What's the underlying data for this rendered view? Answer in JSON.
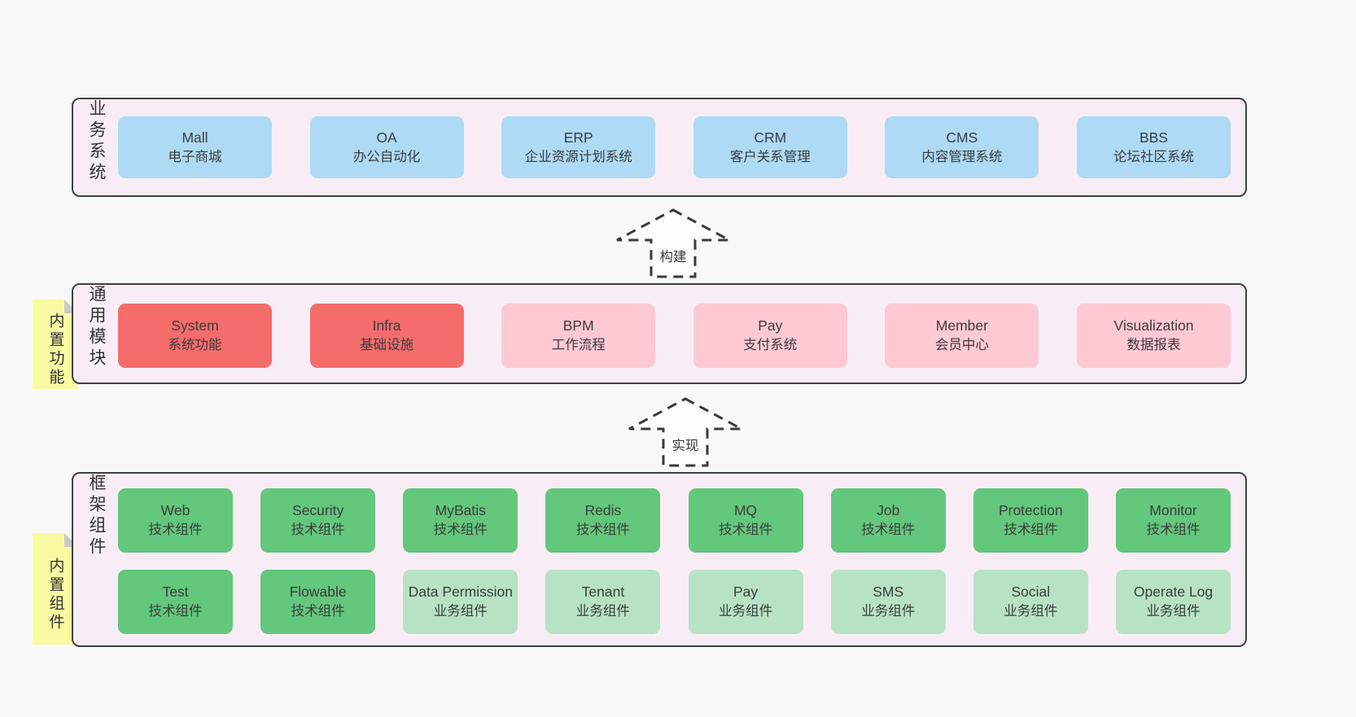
{
  "colors": {
    "page_background": "#f8f8f8",
    "layer_background": "#f8edf5",
    "layer_border": "#3f3f3f",
    "box_blue": "#aedaf5",
    "box_red": "#f56c6c",
    "box_pink": "#fec9d3",
    "box_green_dark": "#63c77c",
    "box_green_light": "#b7e3c4",
    "tag_yellow": "#fafaa3",
    "tag_fold_gray": "#c9c9c9",
    "text": "#3c3c3c"
  },
  "arrows": [
    {
      "label": "构建"
    },
    {
      "label": "实现"
    }
  ],
  "layers": [
    {
      "label": "业务系统",
      "boxes": [
        {
          "name": "Mall",
          "subtitle": "电子商城"
        },
        {
          "name": "OA",
          "subtitle": "办公自动化"
        },
        {
          "name": "ERP",
          "subtitle": "企业资源计划系统"
        },
        {
          "name": "CRM",
          "subtitle": "客户关系管理"
        },
        {
          "name": "CMS",
          "subtitle": "内容管理系统"
        },
        {
          "name": "BBS",
          "subtitle": "论坛社区系统"
        }
      ]
    },
    {
      "label": "通用模块",
      "tag": "内置功能",
      "boxes": [
        {
          "name": "System",
          "subtitle": "系统功能"
        },
        {
          "name": "Infra",
          "subtitle": "基础设施"
        },
        {
          "name": "BPM",
          "subtitle": "工作流程"
        },
        {
          "name": "Pay",
          "subtitle": "支付系统"
        },
        {
          "name": "Member",
          "subtitle": "会员中心"
        },
        {
          "name": "Visualization",
          "subtitle": "数据报表"
        }
      ]
    },
    {
      "label": "框架组件",
      "tag": "内置组件",
      "rows": [
        [
          {
            "name": "Web",
            "subtitle": "技术组件"
          },
          {
            "name": "Security",
            "subtitle": "技术组件"
          },
          {
            "name": "MyBatis",
            "subtitle": "技术组件"
          },
          {
            "name": "Redis",
            "subtitle": "技术组件"
          },
          {
            "name": "MQ",
            "subtitle": "技术组件"
          },
          {
            "name": "Job",
            "subtitle": "技术组件"
          },
          {
            "name": "Protection",
            "subtitle": "技术组件"
          },
          {
            "name": "Monitor",
            "subtitle": "技术组件"
          }
        ],
        [
          {
            "name": "Test",
            "subtitle": "技术组件"
          },
          {
            "name": "Flowable",
            "subtitle": "技术组件"
          },
          {
            "name": "Data Permission",
            "subtitle": "业务组件"
          },
          {
            "name": "Tenant",
            "subtitle": "业务组件"
          },
          {
            "name": "Pay",
            "subtitle": "业务组件"
          },
          {
            "name": "SMS",
            "subtitle": "业务组件"
          },
          {
            "name": "Social",
            "subtitle": "业务组件"
          },
          {
            "name": "Operate Log",
            "subtitle": "业务组件"
          }
        ]
      ]
    }
  ]
}
